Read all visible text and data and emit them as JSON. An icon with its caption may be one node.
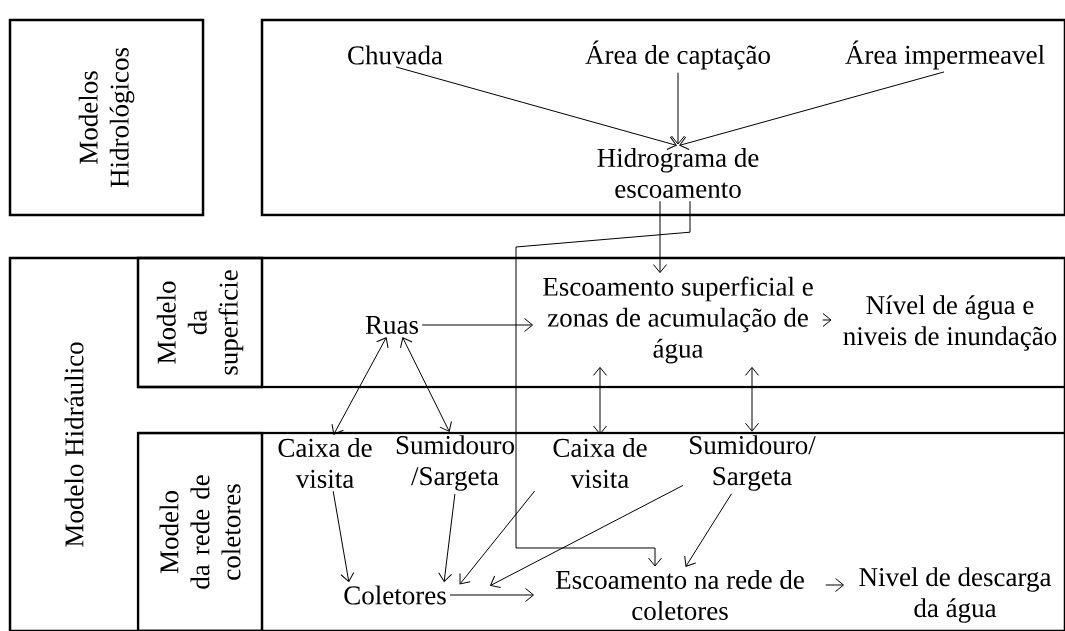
{
  "diagram": {
    "nodes": [
      {
        "text": [
          "Modelos Hidrológicos"
        ]
      },
      {
        "text": [],
        "shape": "box"
      },
      {
        "text": [
          "Chuvada"
        ],
        "in": 1
      },
      {
        "text": [
          "Área de captação"
        ],
        "in": 1
      },
      {
        "text": [
          "Área impermeavel"
        ],
        "in": 1
      },
      {
        "text": [
          "Hidrograma de escoamento"
        ],
        "in": 1
      },
      {
        "text": [
          "Modelo Hidráulico"
        ]
      },
      {
        "text": [
          "Modelo da superficie"
        ],
        "in": 6
      },
      {
        "text": [
          "Modelo da rede de coletores"
        ],
        "in": 6
      },
      {
        "text": [
          "Ruas"
        ],
        "in": 6
      },
      {
        "text": [
          "Escoamento superficial e zonas de acumulação de água"
        ],
        "in": 6
      },
      {
        "text": [
          "Nível de água e niveis de inundação"
        ],
        "in": 6
      },
      {
        "text": [
          "Caixa de visita"
        ],
        "in": 6
      },
      {
        "text": [
          "Sumidouro /Sargeta"
        ],
        "in": 6
      },
      {
        "text": [
          "Caixa de visita"
        ],
        "in": 6
      },
      {
        "text": [
          "Sumidouro/ Sargeta"
        ],
        "in": 6
      },
      {
        "text": [
          "Coletores"
        ],
        "in": 6
      },
      {
        "text": [
          "Escoamento na rede de coletores"
        ],
        "in": 6
      },
      {
        "text": [
          "Nivel de descarga da água"
        ],
        "in": 6
      }
    ],
    "edges": [
      {
        "from": 2,
        "to": 5,
        "arrow": "to"
      },
      {
        "from": 3,
        "to": 5,
        "arrow": "to"
      },
      {
        "from": 4,
        "to": 5,
        "arrow": "to"
      },
      {
        "from": 5,
        "to": 10,
        "arrow": "to"
      },
      {
        "from": 5,
        "to": 17,
        "arrow": "to"
      },
      {
        "from": 9,
        "to": 10,
        "arrow": "to"
      },
      {
        "from": 10,
        "to": 11,
        "arrow": "to"
      },
      {
        "from": 9,
        "to": 12,
        "arrow": "both"
      },
      {
        "from": 9,
        "to": 13,
        "arrow": "both"
      },
      {
        "from": 10,
        "to": 14,
        "arrow": "both"
      },
      {
        "from": 10,
        "to": 15,
        "arrow": "both"
      },
      {
        "from": 12,
        "to": 16,
        "arrow": "to"
      },
      {
        "from": 13,
        "to": 16,
        "arrow": "to"
      },
      {
        "from": 14,
        "to": 16,
        "arrow": "to"
      },
      {
        "from": 15,
        "to": 16,
        "arrow": "to"
      },
      {
        "from": 15,
        "to": 17,
        "arrow": "to"
      },
      {
        "from": 16,
        "to": 17,
        "arrow": "to"
      },
      {
        "from": 17,
        "to": 18,
        "arrow": "to"
      }
    ]
  }
}
